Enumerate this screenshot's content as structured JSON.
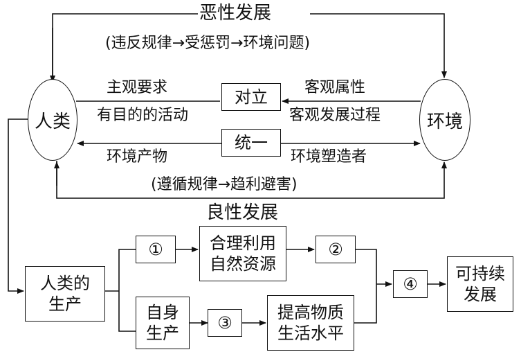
{
  "nodes": {
    "humans": "人类",
    "environment": "环境",
    "opposition": "对立",
    "unity": "统一",
    "human_production": "人类的\n生产",
    "step1": "①",
    "rational_use": "合理利用\n自然资源",
    "step2": "②",
    "self_production": "自身\n生产",
    "step3": "③",
    "improve_living": "提高物质\n生活水平",
    "step4": "④",
    "sustainable": "可持续\n发展"
  },
  "labels": {
    "vicious_title": "恶性发展",
    "vicious_detail": "(违反规律→受惩罚→环境问题)",
    "subjective_demand": "主观要求",
    "purposeful_activity": "有目的的活动",
    "objective_attribute": "客观属性",
    "objective_process": "客观发展过程",
    "env_product": "环境产物",
    "env_shaper": "环境塑造者",
    "benign_detail": "(遵循规律→趋利避害)",
    "benign_title": "良性发展"
  }
}
